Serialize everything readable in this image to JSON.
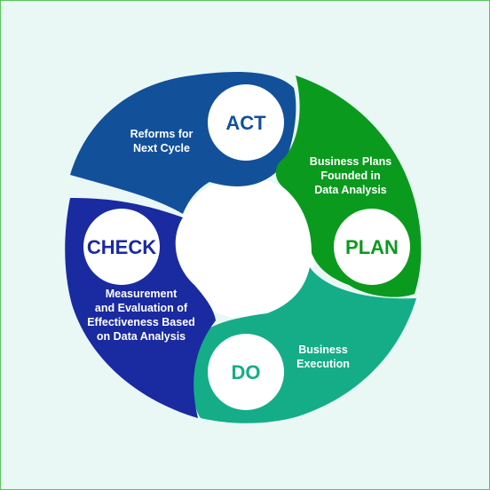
{
  "colors": {
    "act": "#12509a",
    "plan": "#0a9a1e",
    "do": "#14ad88",
    "check": "#1a2aa0",
    "background": "#e9f7f5",
    "border": "#5cc25c"
  },
  "stages": {
    "act": {
      "label": "ACT",
      "desc": [
        "Reforms for",
        "Next Cycle"
      ]
    },
    "plan": {
      "label": "PLAN",
      "desc": [
        "Business Plans",
        "Founded in",
        "Data Analysis"
      ]
    },
    "do": {
      "label": "DO",
      "desc": [
        "Business",
        "Execution"
      ]
    },
    "check": {
      "label": "CHECK",
      "desc": [
        "Measurement",
        "and Evaluation of",
        "Effectiveness Based",
        "on Data Analysis"
      ]
    }
  }
}
